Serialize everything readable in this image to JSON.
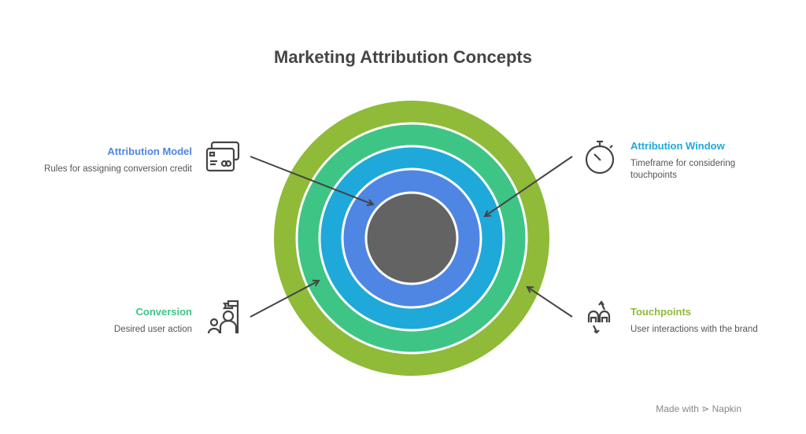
{
  "title": "Marketing Attribution Concepts",
  "colors": {
    "outer": "#8fbb38",
    "green": "#3ec585",
    "cyan": "#1ea9da",
    "blue": "#4f86e3",
    "core": "#636363",
    "arrow": "#444444"
  },
  "items": [
    {
      "title": "Attribution Model",
      "desc": "Rules for assigning conversion credit",
      "color": "#4f86e3",
      "icon": "credit-cards-icon"
    },
    {
      "title": "Attribution Window",
      "desc": "Timeframe for considering touchpoints",
      "color": "#1ea9da",
      "icon": "stopwatch-icon"
    },
    {
      "title": "Conversion",
      "desc": "Desired user action",
      "color": "#3ec585",
      "icon": "user-flag-icon"
    },
    {
      "title": "Touchpoints",
      "desc": "User interactions with the brand",
      "color": "#8fbb38",
      "icon": "touch-interaction-icon"
    }
  ],
  "footer": "Made with ⋗ Napkin"
}
